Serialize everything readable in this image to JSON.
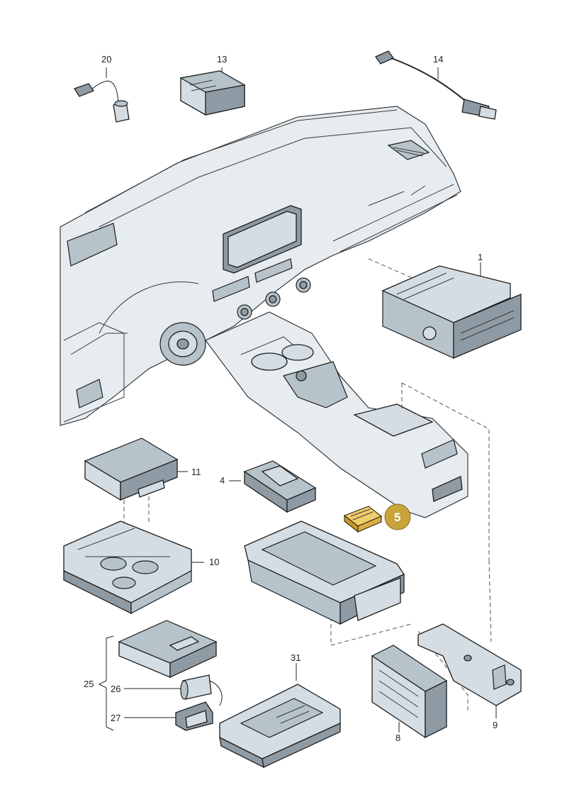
{
  "labels": {
    "p20": "20",
    "p13": "13",
    "p14": "14",
    "p1": "1",
    "p11": "11",
    "p4": "4",
    "p5": "5",
    "p10": "10",
    "p25": "25",
    "p26": "26",
    "p27": "27",
    "p31": "31",
    "p9": "9",
    "p8": "8"
  },
  "colors": {
    "highlight": "#e5b53a",
    "callout_fill": "#c9a43a"
  }
}
